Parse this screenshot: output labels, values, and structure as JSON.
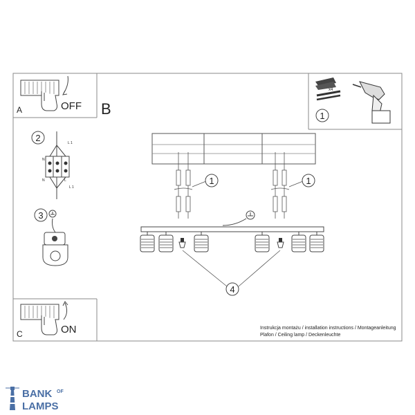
{
  "panels": {
    "a": {
      "letter": "A",
      "action": "OFF"
    },
    "b": {
      "letter": "B"
    },
    "c": {
      "letter": "C",
      "action": "ON"
    }
  },
  "steps": {
    "s1": "1",
    "s2": "2",
    "s3": "3",
    "s4": "4",
    "anchor_count": "x4"
  },
  "wiring_labels": {
    "n": "N",
    "l1": "L 1",
    "l": "L"
  },
  "instructions": {
    "line1": "Instrukcja montażu / installation instructions / Montageanleitung",
    "line2": "Plafon / Ceiling lamp / Deckenleuchte"
  },
  "logo": {
    "top": "BANK",
    "of": "OF",
    "bottom": "LAMPS",
    "color": "#4a6fa5"
  }
}
